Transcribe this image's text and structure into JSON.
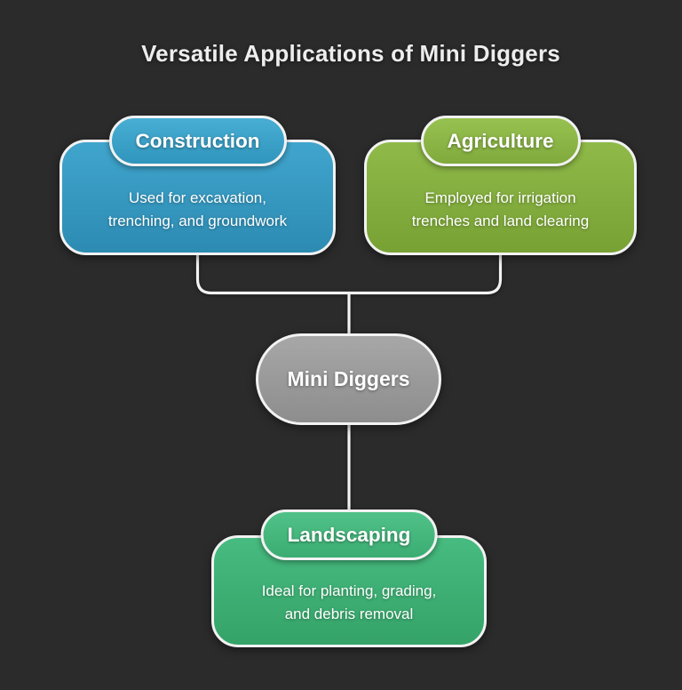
{
  "title": "Versatile Applications of Mini Diggers",
  "root": {
    "label": "Mini Diggers",
    "color": "#999999"
  },
  "branches": [
    {
      "id": "construction",
      "label": "Construction",
      "desc_lines": [
        "Used for excavation,",
        "trenching, and groundwork"
      ],
      "color": "#3494bb"
    },
    {
      "id": "agriculture",
      "label": "Agriculture",
      "desc_lines": [
        "Employed for irrigation",
        "trenches and land clearing"
      ],
      "color": "#84af3e"
    },
    {
      "id": "landscaping",
      "label": "Landscaping",
      "desc_lines": [
        "Ideal for planting, grading,",
        "and debris removal"
      ],
      "color": "#3eae74"
    }
  ],
  "colors": {
    "background": "#2b2b2b",
    "connector": "#f2f2f2",
    "node_border": "#f2f2f2",
    "text": "#ffffff"
  }
}
